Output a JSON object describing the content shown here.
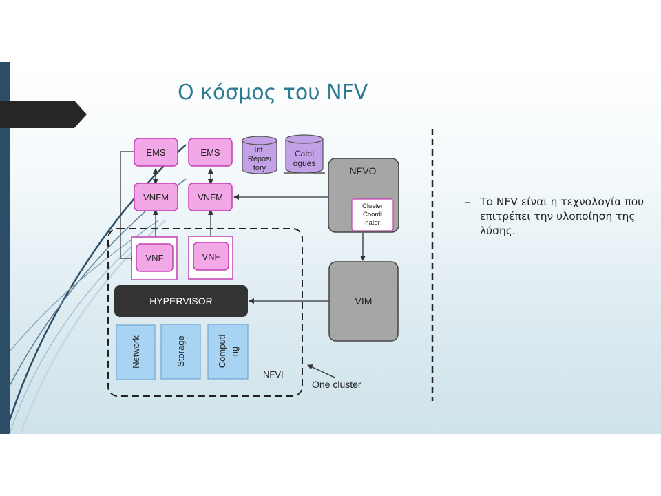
{
  "slide": {
    "title": "Ο κόσμος του NFV",
    "bullet": {
      "dash": "–",
      "text": "Το NFV είναι η τεχνολογία που επιτρέπει την υλοποίηση της λύσης."
    }
  },
  "diagram": {
    "ems1": "EMS",
    "ems2": "EMS",
    "repository": [
      "Inf.",
      "Reposi",
      "tory"
    ],
    "catalogues": [
      "Catal",
      "ogues"
    ],
    "nfvo": "NFVO",
    "cluster_coordinator": [
      "Cluster",
      "Coordi",
      "nator"
    ],
    "vnfm1": "VNFM",
    "vnfm2": "VNFM",
    "vnf1": "VNF",
    "vnf2": "VNF",
    "hypervisor": "HYPERVISOR",
    "vim": "VIM",
    "network": "Network",
    "storage": "Storage",
    "computing": [
      "Computi",
      "ng"
    ],
    "nfvi": "NFVI",
    "one_cluster": "One cluster"
  },
  "colors": {
    "title": "#2f7b93",
    "pink_fill": "#f2a7e6",
    "pink_border": "#c43fb3",
    "purple_fill": "#c3a1e6",
    "gray_fill": "#a6a6a6",
    "hypervisor_fill": "#333333",
    "infra_fill": "#a9d3f2",
    "left_bar": "#2b4d66"
  }
}
